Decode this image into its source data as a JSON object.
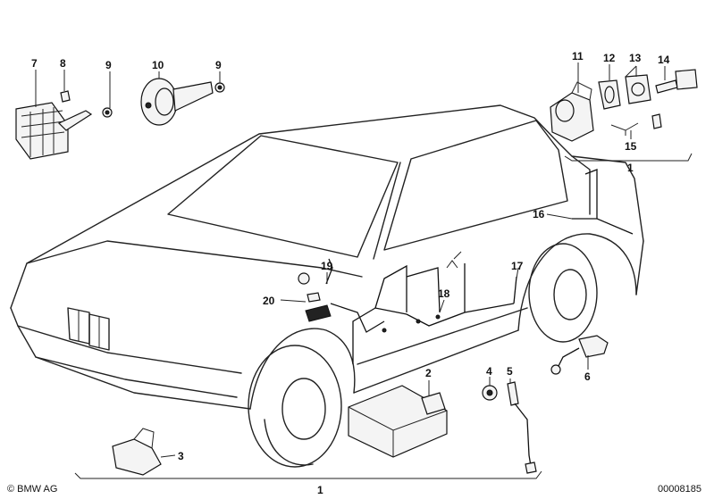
{
  "callouts": {
    "c1": "1",
    "c2": "2",
    "c3": "3",
    "c4": "4",
    "c5": "5",
    "c6": "6",
    "c7": "7",
    "c8": "8",
    "c9": "9",
    "c10": "10",
    "c11": "11",
    "c12": "12",
    "c13": "13",
    "c14": "14",
    "c15": "15",
    "c16": "16",
    "c17": "17",
    "c18": "18",
    "c19": "19",
    "c20": "20"
  },
  "footer": {
    "brand": "BMW AG",
    "copyright_symbol": "©",
    "diagram_id": "00008185"
  }
}
